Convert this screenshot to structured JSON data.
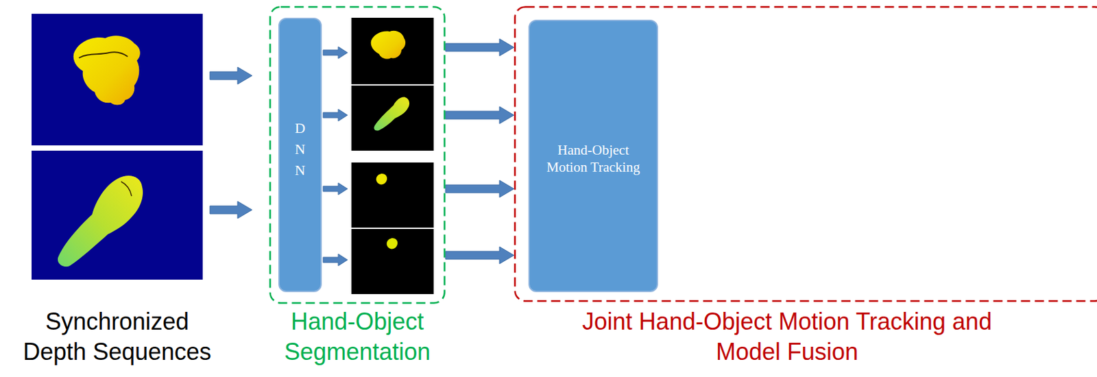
{
  "diagram": {
    "nodes": [
      {
        "text": [
          "Hand-Object Segmentation"
        ]
      },
      {
        "text": [
          "DNN"
        ],
        "in": 0
      },
      {
        "text": [
          "Joint Hand-Object Motion Tracking and Model Fusion"
        ]
      },
      {
        "text": [
          "Hand-Object Motion Tracking"
        ],
        "in": 2
      }
    ],
    "edges": [
      {
        "from": 0,
        "to": 2,
        "arrow": "to"
      },
      {
        "from": 0,
        "to": 2,
        "arrow": "to"
      },
      {
        "from": 0,
        "to": 2,
        "arrow": "to"
      },
      {
        "from": 0,
        "to": 2,
        "arrow": "to"
      }
    ],
    "labels": [
      "Synchronized Depth Sequences"
    ]
  }
}
